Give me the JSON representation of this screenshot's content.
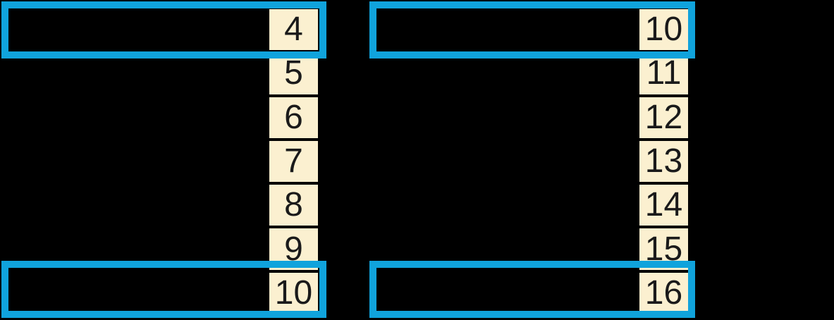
{
  "diagram": {
    "columns": [
      {
        "id": "left",
        "values": [
          "4",
          "5",
          "6",
          "7",
          "8",
          "9",
          "10"
        ]
      },
      {
        "id": "right",
        "values": [
          "10",
          "11",
          "12",
          "13",
          "14",
          "15",
          "16"
        ]
      }
    ],
    "highlights": [
      {
        "column": "left",
        "position": "first",
        "value": "4"
      },
      {
        "column": "left",
        "position": "last",
        "value": "10"
      },
      {
        "column": "right",
        "position": "first",
        "value": "10"
      },
      {
        "column": "right",
        "position": "last",
        "value": "16"
      }
    ],
    "colors": {
      "background": "#000000",
      "cell_fill": "#FBF0D0",
      "cell_border": "#000000",
      "text": "#1A1A1A",
      "highlight_frame": "#10A3DC"
    }
  }
}
